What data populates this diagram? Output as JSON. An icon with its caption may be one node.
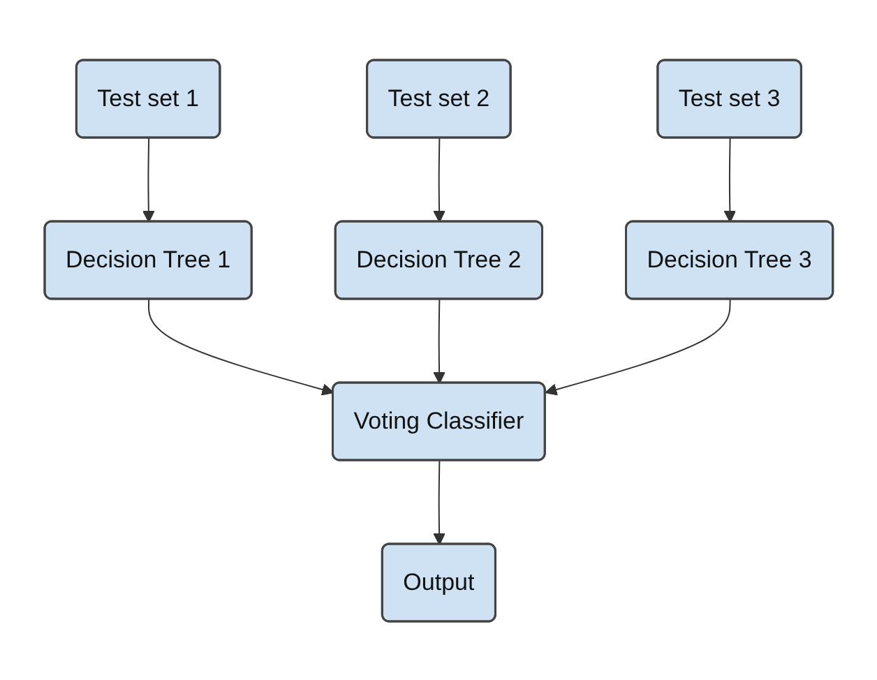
{
  "diagram": {
    "nodes": [
      {
        "text": [
          "Test set 1"
        ]
      },
      {
        "text": [
          "Test set 2"
        ]
      },
      {
        "text": [
          "Test set 3"
        ]
      },
      {
        "text": [
          "Decision Tree 1"
        ]
      },
      {
        "text": [
          "Decision Tree 2"
        ]
      },
      {
        "text": [
          "Decision Tree 3"
        ]
      },
      {
        "text": [
          "Voting Classifier"
        ]
      },
      {
        "text": [
          "Output"
        ]
      }
    ],
    "edges": [
      {
        "from": 0,
        "to": 3,
        "arrow": "to"
      },
      {
        "from": 1,
        "to": 4,
        "arrow": "to"
      },
      {
        "from": 2,
        "to": 5,
        "arrow": "to"
      },
      {
        "from": 3,
        "to": 6,
        "arrow": "to"
      },
      {
        "from": 4,
        "to": 6,
        "arrow": "to"
      },
      {
        "from": 5,
        "to": 6,
        "arrow": "to"
      },
      {
        "from": 6,
        "to": 7,
        "arrow": "to"
      }
    ]
  }
}
